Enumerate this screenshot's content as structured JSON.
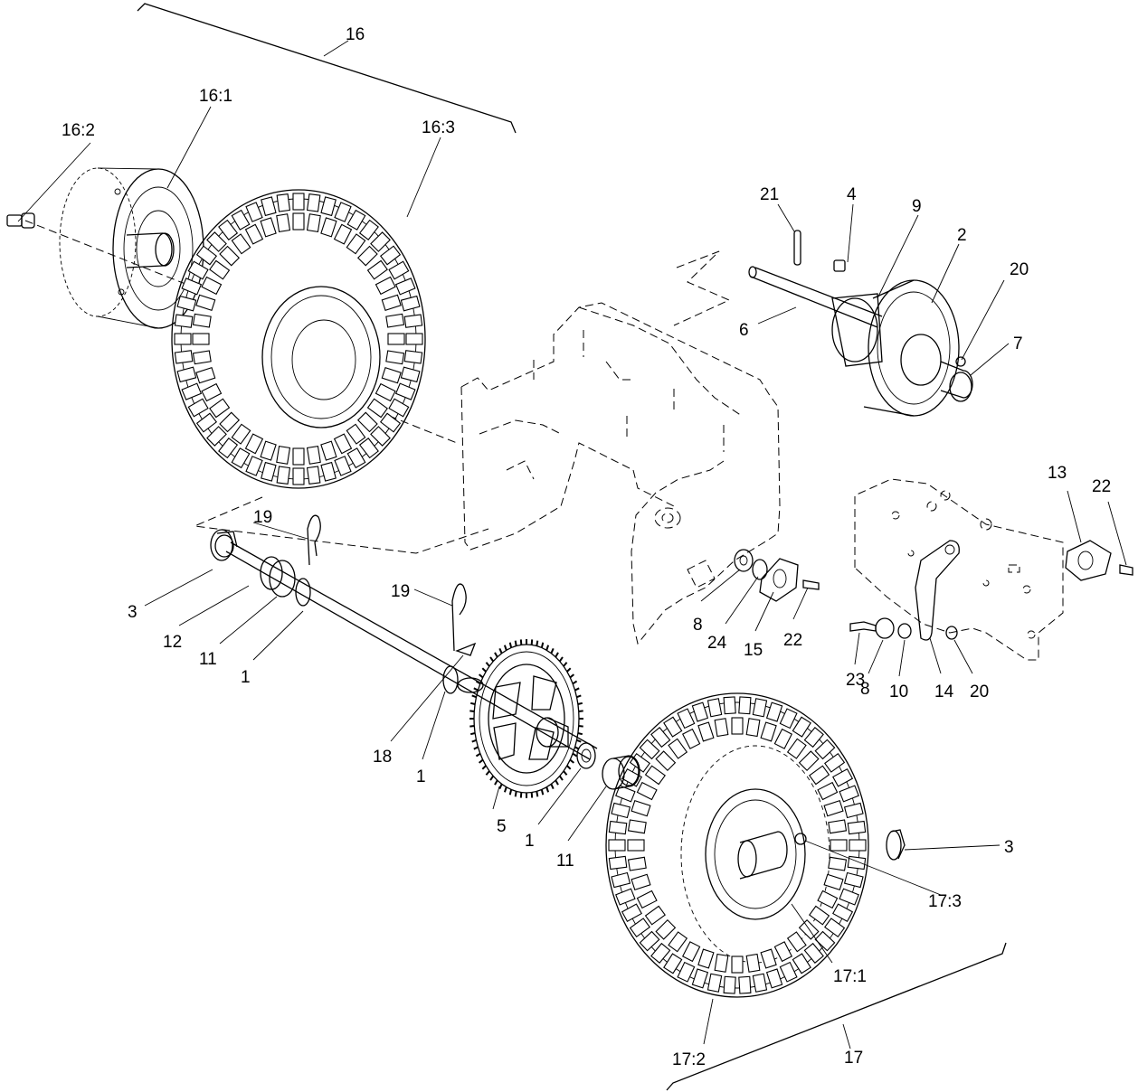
{
  "callouts": {
    "c16": "16",
    "c16_1": "16:1",
    "c16_2": "16:2",
    "c16_3": "16:3",
    "c21": "21",
    "c4": "4",
    "c9": "9",
    "c2": "2",
    "c20a": "20",
    "c7": "7",
    "c6": "6",
    "c19a": "19",
    "c19b": "19",
    "c3a": "3",
    "c12": "12",
    "c11a": "11",
    "c1a": "1",
    "c8a": "8",
    "c24": "24",
    "c15": "15",
    "c22a": "22",
    "c13": "13",
    "c22b": "22",
    "c23": "23",
    "c8b": "8",
    "c10": "10",
    "c14": "14",
    "c20b": "20",
    "c18": "18",
    "c1b": "1",
    "c5": "5",
    "c1c": "1",
    "c11b": "11",
    "c3b": "3",
    "c17_3": "17:3",
    "c17_1": "17:1",
    "c17_2": "17:2",
    "c17": "17"
  }
}
